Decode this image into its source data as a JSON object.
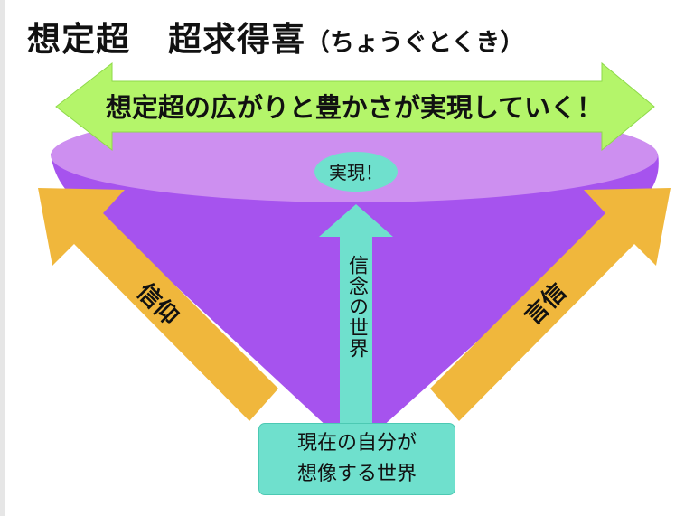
{
  "title": {
    "main": "想定超",
    "emphasis": "超求得喜",
    "reading": "（ちょうぐとくき）"
  },
  "banner": {
    "text": "想定超の広がりと豊かさが実現していく！"
  },
  "realize_label": "実現！",
  "vertical_arrow_label": "信念の世界",
  "bottom_box": {
    "line1": "現在の自分が",
    "line2": "想像する世界"
  },
  "left_arrow_label": "信仰",
  "right_arrow_label": "言信",
  "colors": {
    "banner_arrow": "#b4f56a",
    "cone_top": "#cd8ff0",
    "cone_body": "#a653ee",
    "side_arrows": "#f0b73c",
    "teal": "#6fe0cd"
  }
}
